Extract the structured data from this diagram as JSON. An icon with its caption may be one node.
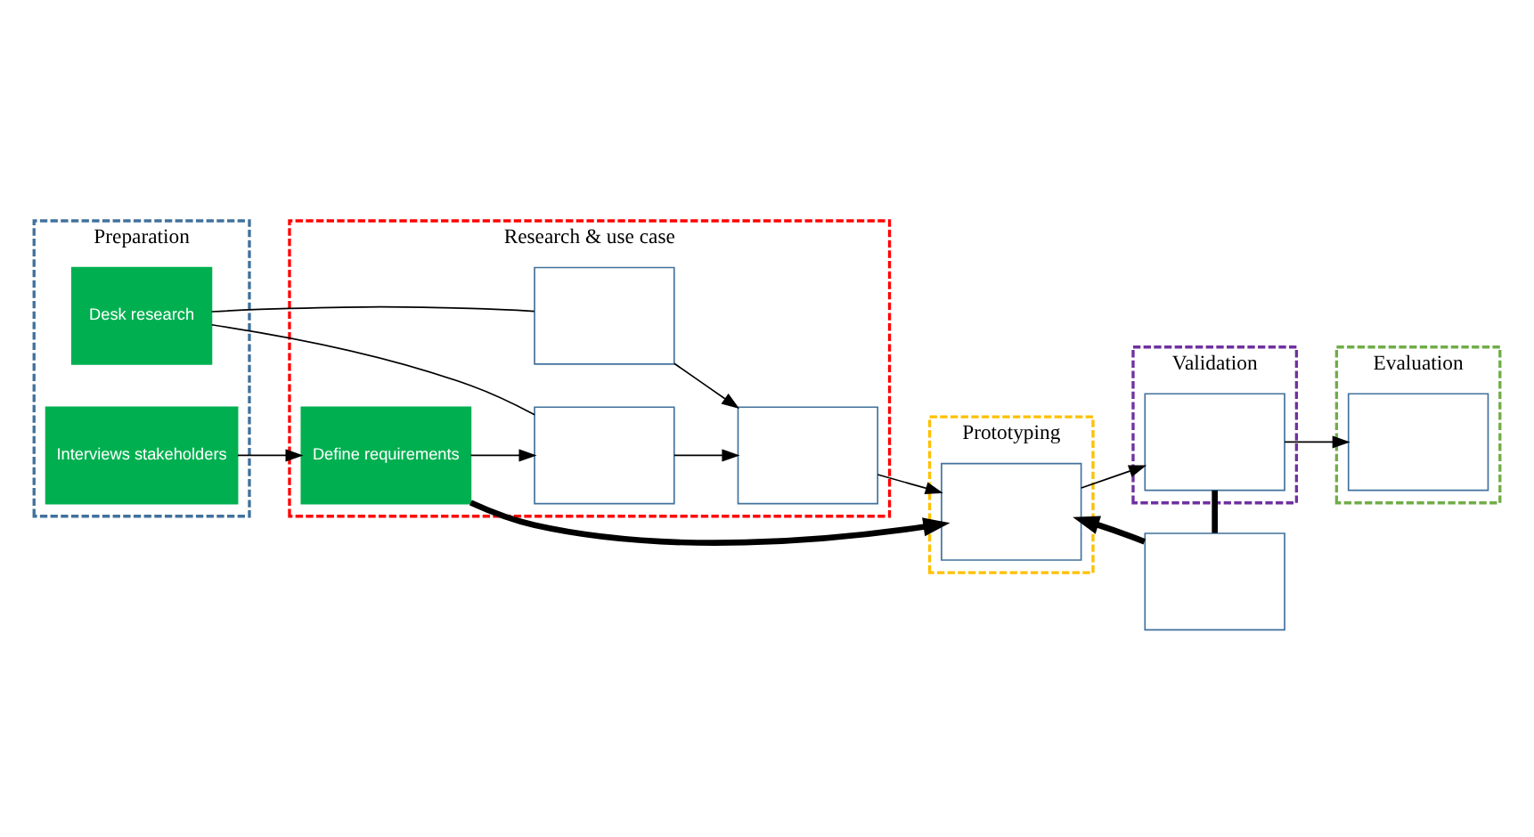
{
  "diagram": {
    "nodes": [
      {
        "text": [
          "Preparation"
        ]
      },
      {
        "text": [
          "Research & use case"
        ]
      },
      {
        "text": [
          "Prototyping"
        ]
      },
      {
        "text": [
          "Validation"
        ]
      },
      {
        "text": [
          "Evaluation"
        ]
      },
      {
        "text": [
          "Desk research"
        ],
        "in": 0
      },
      {
        "text": [
          "Interviews stakeholders"
        ],
        "in": 0
      },
      {
        "text": [],
        "shape": "box",
        "in": 1
      },
      {
        "text": [],
        "shape": "box",
        "in": 1
      },
      {
        "text": [
          "Define requirements"
        ],
        "in": 1
      },
      {
        "text": [],
        "shape": "box",
        "in": 1
      },
      {
        "text": [],
        "shape": "box",
        "in": 2
      },
      {
        "text": [],
        "shape": "box"
      },
      {
        "text": [],
        "shape": "box",
        "in": 3
      },
      {
        "text": [],
        "shape": "box",
        "in": 4
      }
    ],
    "edges": [
      {
        "from": 5,
        "to": 7,
        "arrow": "none"
      },
      {
        "from": 5,
        "to": 8,
        "arrow": "none"
      },
      {
        "from": 6,
        "to": 9,
        "arrow": "to"
      },
      {
        "from": 9,
        "to": 8,
        "arrow": "to"
      },
      {
        "from": 7,
        "to": 10,
        "arrow": "to"
      },
      {
        "from": 8,
        "to": 10,
        "arrow": "to"
      },
      {
        "from": 10,
        "to": 11,
        "arrow": "to"
      },
      {
        "from": 9,
        "to": 11,
        "arrow": "to",
        "style": "thick"
      },
      {
        "from": 11,
        "to": 13,
        "arrow": "to"
      },
      {
        "from": 13,
        "to": 12,
        "arrow": "none",
        "style": "thick"
      },
      {
        "from": 12,
        "to": 11,
        "arrow": "to",
        "style": "thick"
      },
      {
        "from": 13,
        "to": 14,
        "arrow": "to"
      }
    ]
  }
}
